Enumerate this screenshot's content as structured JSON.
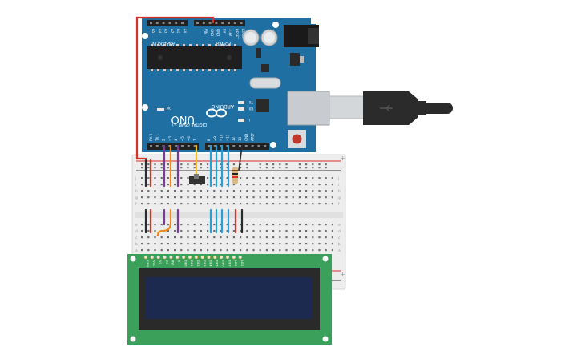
{
  "arduino": {
    "model_label": "UNO",
    "brand_label": "ARDUINO",
    "analog_header_label": "ANALOG IN",
    "power_header_label": "POWER",
    "digital_header_label": "DIGITAL (PWM ~)",
    "analog_pins": [
      "A5",
      "A4",
      "A3",
      "A2",
      "A1",
      "A0"
    ],
    "power_pins": [
      "VIN",
      "GND",
      "GND",
      "5V",
      "3.3V",
      "RESET",
      "IOREF"
    ],
    "digital_pins": [
      "RX 0",
      "TX 1",
      "2",
      "~3",
      "4",
      "~5",
      "~6",
      "7",
      "8",
      "~9",
      "~10",
      "~11",
      "12",
      "13",
      "GND",
      "AREF"
    ],
    "led_labels": [
      "TX",
      "RX",
      "L"
    ],
    "on_label": "ON"
  },
  "lcd": {
    "pin_labels": [
      "GND",
      "VCC",
      "V0",
      "RS",
      "RW",
      "E",
      "DB0",
      "DB1",
      "DB2",
      "DB3",
      "DB4",
      "DB5",
      "DB6",
      "DB7",
      "LED",
      "LED"
    ]
  },
  "breadboard": {
    "row_letters_top": [
      "j",
      "i",
      "h",
      "g",
      "f"
    ],
    "row_letters_bottom": [
      "e",
      "d",
      "c",
      "b",
      "a"
    ],
    "rail_plus": "+",
    "rail_minus": "-"
  },
  "colors": {
    "board_blue": "#1f6fa3",
    "lcd_green": "#3aa05a",
    "lcd_screen": "#1b2a4e",
    "wire_red": "#d9302b",
    "wire_black": "#2b2b2b",
    "wire_purple": "#7a3a9a",
    "wire_orange": "#ef8a1a",
    "wire_blue": "#2a9fd6",
    "wire_yellow": "#f2c21b",
    "wire_green": "#3a9a3a"
  }
}
